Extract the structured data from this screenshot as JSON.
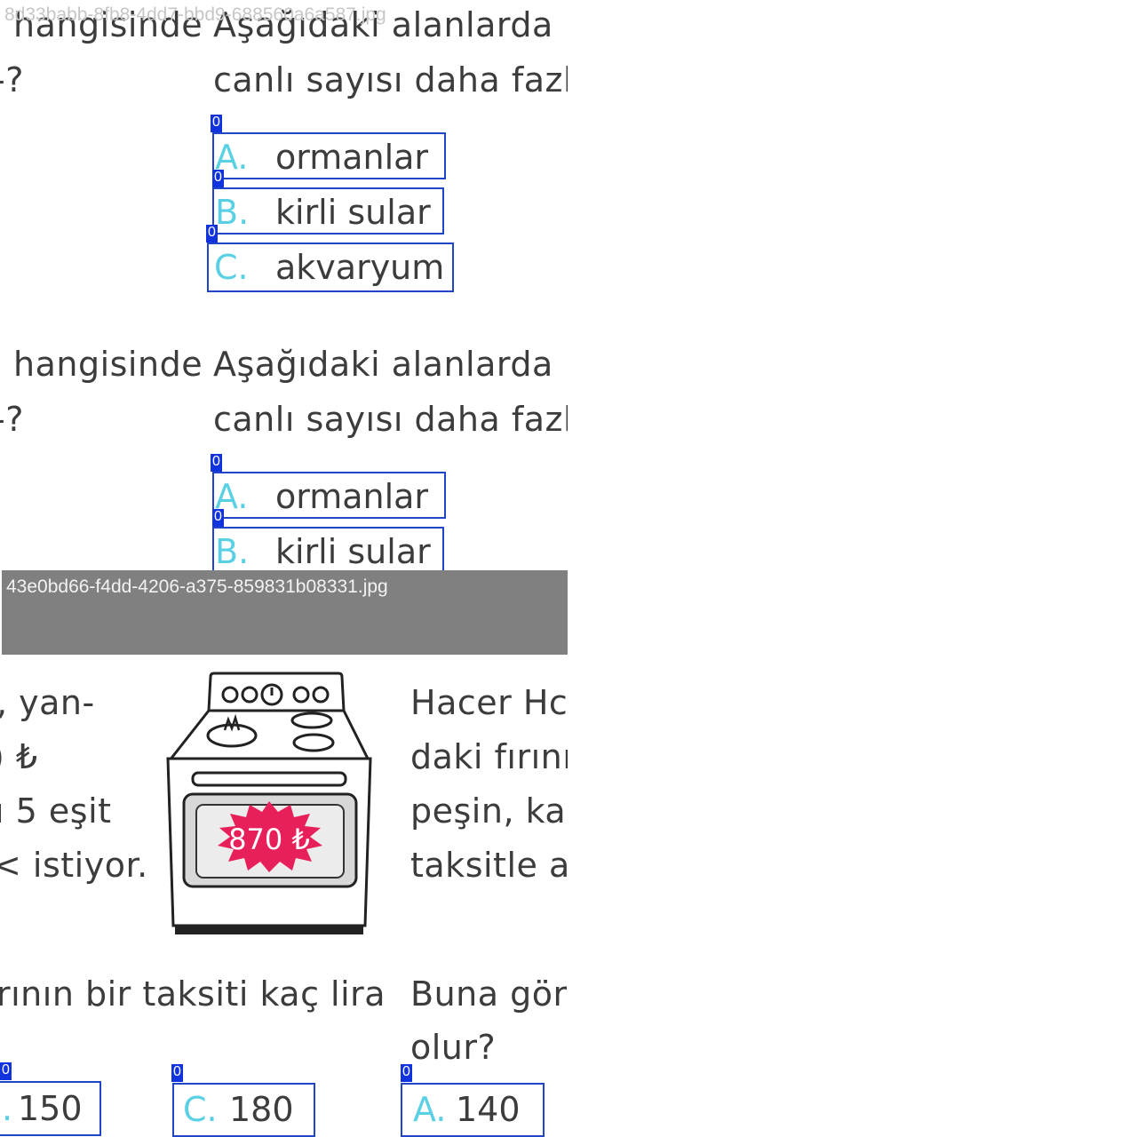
{
  "top_panel": {
    "filename": "8d33babb-8fb8-4dd7-bbd9-688560a6a587.jpg",
    "question_left_line1": "hangisinde",
    "question_left_line2": "-?",
    "question_right_line1": "Aşağıdaki  alanlarda",
    "question_right_line2": "canlı sayısı daha fazla",
    "options": [
      {
        "letter": "A.",
        "text": "ormanlar",
        "tag": "0"
      },
      {
        "letter": "B.",
        "text": "kirli sular",
        "tag": "0"
      },
      {
        "letter": "C.",
        "text": "akvaryum",
        "tag": "0"
      }
    ],
    "repeat": {
      "question_left_line1": "hangisinde",
      "question_left_line2": "-?",
      "question_right_line1": "Aşağıdaki  alanlarda",
      "question_right_line2": "canlı sayısı daha fazla",
      "options": [
        {
          "letter": "A.",
          "text": "ormanlar",
          "tag": "0"
        },
        {
          "letter": "B.",
          "text": "kirli sular",
          "tag": "0"
        }
      ]
    }
  },
  "bottom_panel": {
    "filename": "43e0bd66-f4dd-4206-a375-859831b08331.jpg",
    "left_text": [
      ", yan-",
      ") ₺",
      "ı 5 eşit",
      "< istiyor."
    ],
    "price_tag": "870 ₺",
    "right_text": [
      "Hacer Hc",
      "daki fırını",
      "peşin, kal",
      "taksitle al"
    ],
    "question_left": "rının bir taksiti kaç lira",
    "question_right_line1": "Buna gör",
    "question_right_line2": "olur?",
    "answers": [
      {
        "letter": ".",
        "text": "150",
        "tag": "0"
      },
      {
        "letter": "C.",
        "text": "180",
        "tag": "0"
      },
      {
        "letter": "A.",
        "text": "140",
        "tag": "0"
      }
    ]
  },
  "colors": {
    "box_border": "#2145c9",
    "tag_bg": "#1133dd",
    "option_letter": "#5ad0e4",
    "price_burst": "#e8205a",
    "gap_bar": "#808080"
  }
}
